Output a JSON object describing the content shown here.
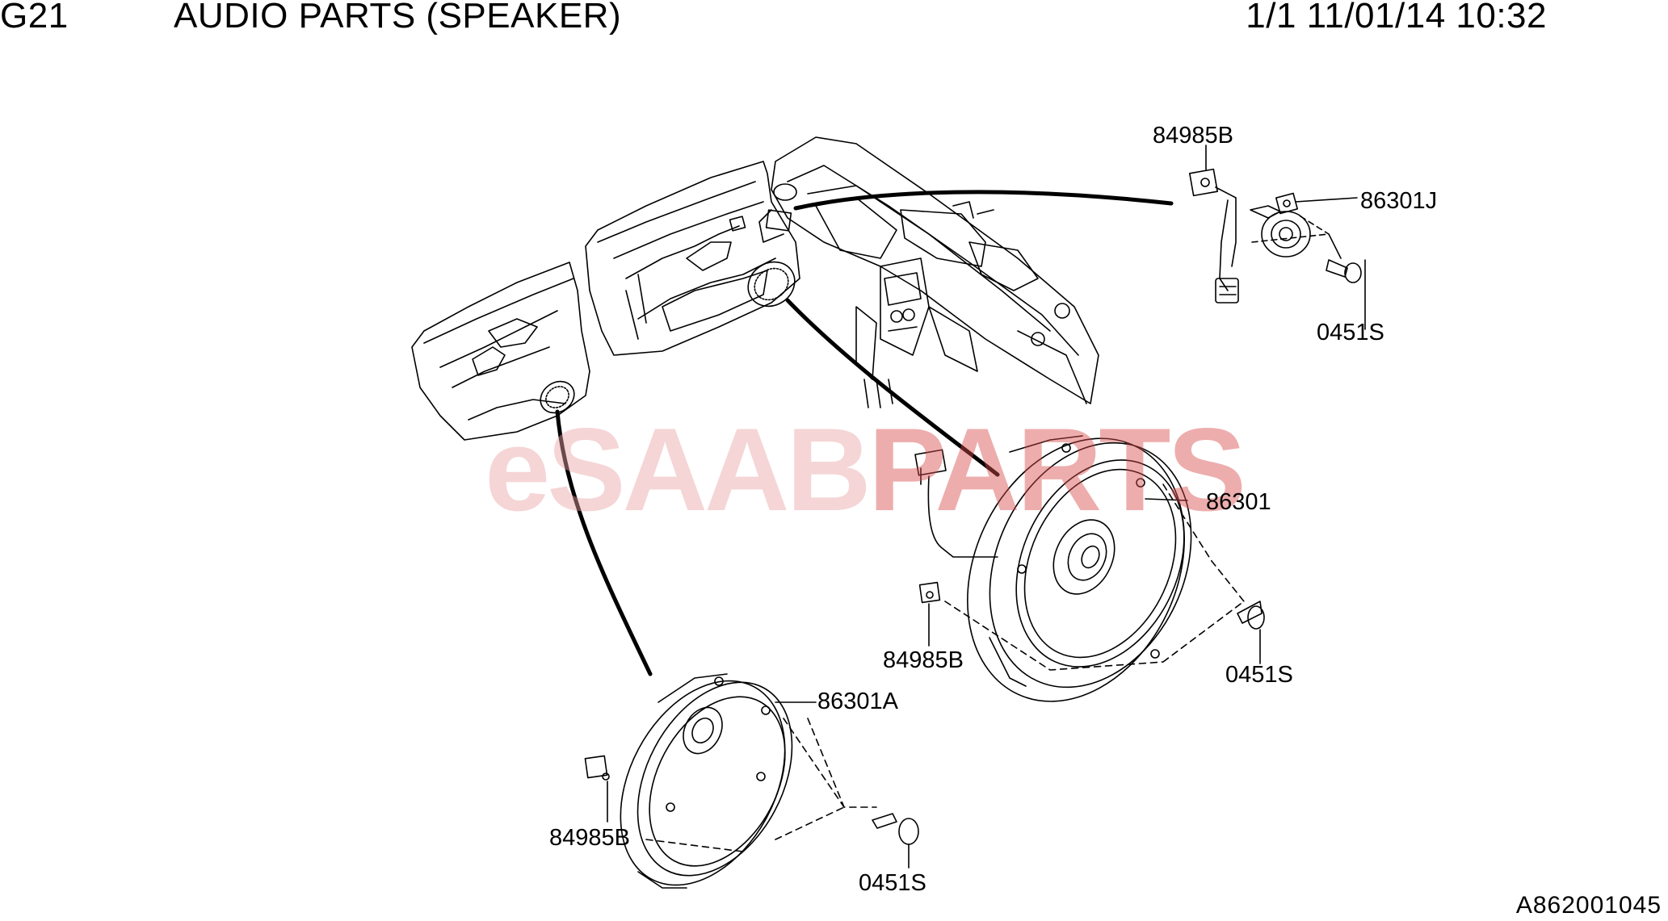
{
  "header": {
    "group_code": "G21",
    "title": "AUDIO PARTS (SPEAKER)",
    "page_stamp": "1/1 11/01/14 10:32"
  },
  "watermark": {
    "left": "eSAAB",
    "right": "PARTS",
    "color_left": "#e9a3a3",
    "color_right": "#d94c4c"
  },
  "callouts": {
    "clip_upper": "84985B",
    "tweeter": "86301J",
    "screw_upper": "0451S",
    "front_speaker": "86301",
    "clip_middle": "84985B",
    "screw_middle": "0451S",
    "rear_speaker": "86301A",
    "clip_lower": "84985B",
    "screw_lower": "0451S"
  },
  "figure_ref": "A862001045"
}
